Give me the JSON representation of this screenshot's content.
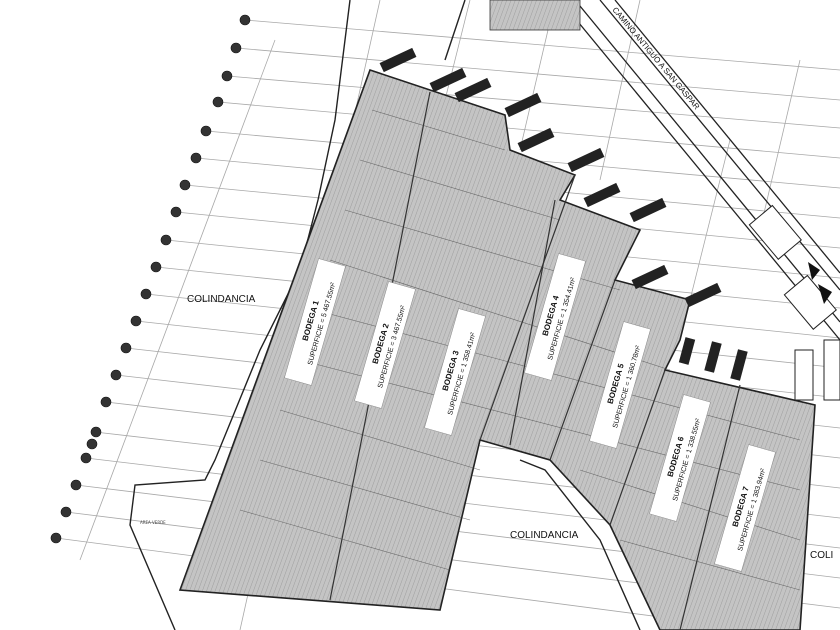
{
  "labels": {
    "colindancia_left": "COLINDANCIA",
    "colindancia_bottom": "COLINDANCIA",
    "colindancia_right": "COLI",
    "road_name": "CAMINO ANTIGUO A SAN GASPAR",
    "area_small": "AREA VERDE"
  },
  "bodegas": [
    {
      "name": "BODEGA 1",
      "area": "SUPERFICIE = 5 467.55m²"
    },
    {
      "name": "BODEGA 2",
      "area": "SUPERFICIE = 3 467.55m²"
    },
    {
      "name": "BODEGA 3",
      "area": "SUPERFICIE = 1 358.41m²"
    },
    {
      "name": "BODEGA 4",
      "area": "SUPERFICIE = 1 354.41m²"
    },
    {
      "name": "BODEGA 5",
      "area": "SUPERFICIE = 1 360.78m²"
    },
    {
      "name": "BODEGA 6",
      "area": "SUPERFICIE = 1 338.55m²"
    },
    {
      "name": "BODEGA 7",
      "area": "SUPERFICIE = 1 383.94m²"
    }
  ],
  "colors": {
    "building_fill": "#bdbdbd",
    "line": "#222222",
    "grid": "#999999"
  }
}
